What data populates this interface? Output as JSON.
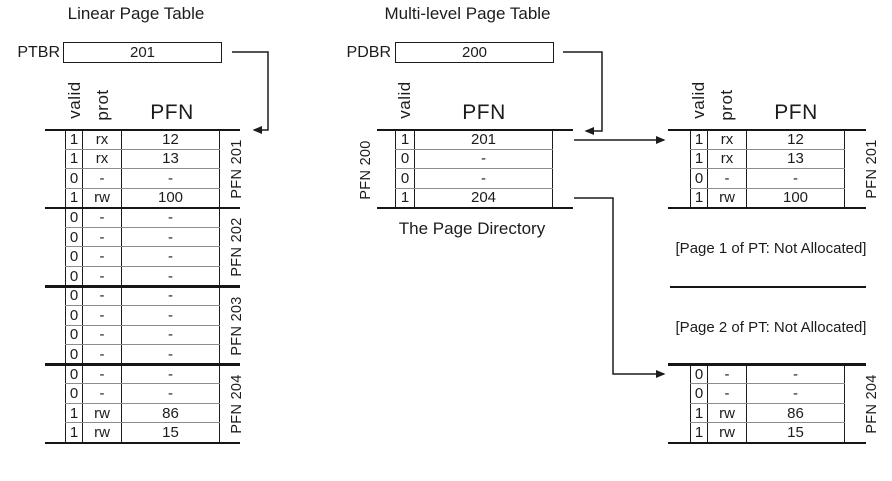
{
  "diagram": {
    "linear": {
      "title": "Linear Page Table",
      "register": {
        "label": "PTBR",
        "value": "201"
      },
      "col_headers": [
        "valid",
        "prot",
        "PFN"
      ],
      "group_labels": [
        "PFN 201",
        "PFN 202",
        "PFN 203",
        "PFN 204"
      ],
      "rows": [
        [
          "1",
          "rx",
          "12"
        ],
        [
          "1",
          "rx",
          "13"
        ],
        [
          "0",
          "-",
          "-"
        ],
        [
          "1",
          "rw",
          "100"
        ],
        [
          "0",
          "-",
          "-"
        ],
        [
          "0",
          "-",
          "-"
        ],
        [
          "0",
          "-",
          "-"
        ],
        [
          "0",
          "-",
          "-"
        ],
        [
          "0",
          "-",
          "-"
        ],
        [
          "0",
          "-",
          "-"
        ],
        [
          "0",
          "-",
          "-"
        ],
        [
          "0",
          "-",
          "-"
        ],
        [
          "0",
          "-",
          "-"
        ],
        [
          "0",
          "-",
          "-"
        ],
        [
          "1",
          "rw",
          "86"
        ],
        [
          "1",
          "rw",
          "15"
        ]
      ]
    },
    "multilevel": {
      "title": "Multi-level Page Table",
      "register": {
        "label": "PDBR",
        "value": "200"
      },
      "directory": {
        "col_headers": [
          "valid",
          "PFN"
        ],
        "side_label": "PFN 200",
        "rows": [
          [
            "1",
            "201"
          ],
          [
            "0",
            "-"
          ],
          [
            "0",
            "-"
          ],
          [
            "1",
            "204"
          ]
        ],
        "caption": "The Page Directory"
      },
      "pt_page_0": {
        "col_headers": [
          "valid",
          "prot",
          "PFN"
        ],
        "side_label": "PFN 201",
        "rows": [
          [
            "1",
            "rx",
            "12"
          ],
          [
            "1",
            "rx",
            "13"
          ],
          [
            "0",
            "-",
            "-"
          ],
          [
            "1",
            "rw",
            "100"
          ]
        ]
      },
      "not_allocated_1": "[Page 1 of PT: Not Allocated]",
      "not_allocated_2": "[Page 2 of PT: Not Allocated]",
      "pt_page_3": {
        "side_label": "PFN 204",
        "rows": [
          [
            "0",
            "-",
            "-"
          ],
          [
            "0",
            "-",
            "-"
          ],
          [
            "1",
            "rw",
            "86"
          ],
          [
            "1",
            "rw",
            "15"
          ]
        ]
      }
    },
    "colors": {
      "ink": "#1c1c1c",
      "thin_line": "#8c8c8c",
      "background": "#ffffff"
    }
  }
}
